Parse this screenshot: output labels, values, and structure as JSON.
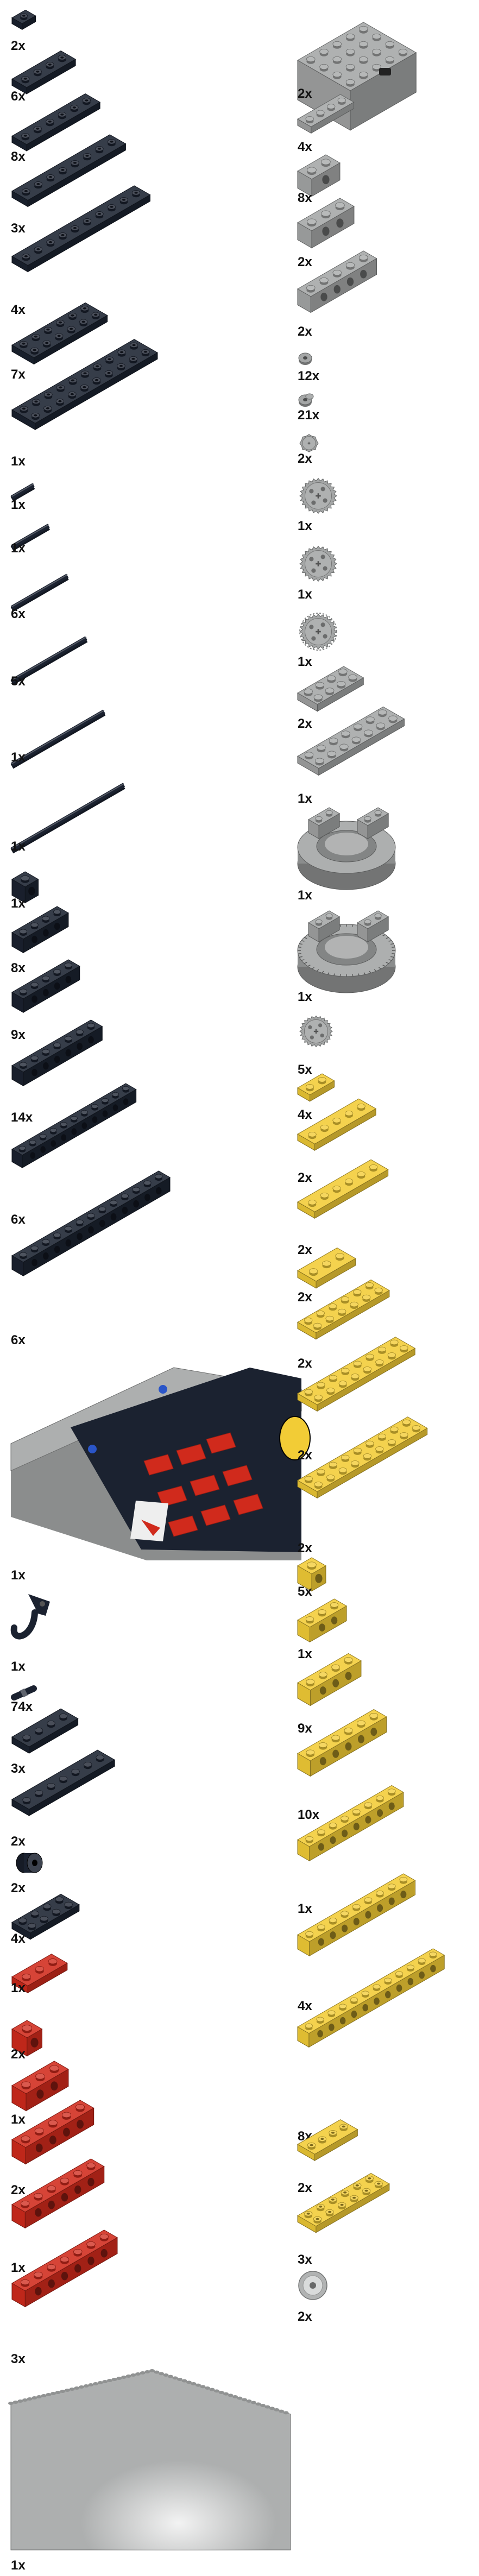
{
  "parts_list": {
    "left_column": [
      {
        "qty": "2x",
        "part": "technic-plate-1x2-with-hole",
        "color": "black"
      },
      {
        "qty": "6x",
        "part": "technic-plate-2x4",
        "color": "black"
      },
      {
        "qty": "8x",
        "part": "technic-plate-2x6",
        "color": "black"
      },
      {
        "qty": "3x",
        "part": "technic-plate-2x8",
        "color": "black"
      },
      {
        "qty": "4x",
        "part": "technic-plate-2x10",
        "color": "black"
      },
      {
        "qty": "7x",
        "part": "technic-plate-2x6",
        "color": "black"
      },
      {
        "qty": "1x",
        "part": "technic-plate-2x12",
        "color": "black"
      },
      {
        "qty": "1x",
        "part": "axle-3",
        "color": "black"
      },
      {
        "qty": "1x",
        "part": "axle-6",
        "color": "black"
      },
      {
        "qty": "6x",
        "part": "axle-8",
        "color": "black"
      },
      {
        "qty": "5x",
        "part": "axle-10",
        "color": "black"
      },
      {
        "qty": "1x",
        "part": "axle-12",
        "color": "black"
      },
      {
        "qty": "1x",
        "part": "axle-16",
        "color": "black"
      },
      {
        "qty": "1x",
        "part": "technic-brick-1x1",
        "color": "black"
      },
      {
        "qty": "8x",
        "part": "technic-brick-1x4",
        "color": "black"
      },
      {
        "qty": "9x",
        "part": "technic-brick-1x6",
        "color": "black"
      },
      {
        "qty": "14x",
        "part": "technic-brick-1x8",
        "color": "black"
      },
      {
        "qty": "6x",
        "part": "technic-brick-1x12",
        "color": "black"
      },
      {
        "qty": "6x",
        "part": "technic-brick-1x16",
        "color": "black"
      },
      {
        "qty": "1x",
        "part": "battery-box-assembly",
        "color": "grey-black-red"
      },
      {
        "qty": "1x",
        "part": "hook",
        "color": "black"
      },
      {
        "qty": "74x",
        "part": "technic-pin",
        "color": "black"
      },
      {
        "qty": "3x",
        "part": "plate-2x6",
        "color": "black"
      },
      {
        "qty": "2x",
        "part": "plate-2x10",
        "color": "black"
      },
      {
        "qty": "2x",
        "part": "wheel-hub",
        "color": "black"
      },
      {
        "qty": "4x",
        "part": "plate-2x4",
        "color": "black"
      },
      {
        "qty": "1x",
        "part": "plate-2x4",
        "color": "red"
      },
      {
        "qty": "2x",
        "part": "brick-1x1",
        "color": "red"
      },
      {
        "qty": "1x",
        "part": "technic-brick-1x4",
        "color": "red"
      },
      {
        "qty": "2x",
        "part": "technic-brick-1x6",
        "color": "red"
      },
      {
        "qty": "1x",
        "part": "technic-brick-1x8",
        "color": "red"
      },
      {
        "qty": "3x",
        "part": "technic-brick-1x10",
        "color": "red"
      },
      {
        "qty": "1x",
        "part": "baseplate-16x16",
        "color": "grey"
      }
    ],
    "right_column": [
      {
        "qty": "2x",
        "part": "motor-9v",
        "color": "grey"
      },
      {
        "qty": "4x",
        "part": "plate-1x4",
        "color": "grey"
      },
      {
        "qty": "8x",
        "part": "technic-brick-1x2",
        "color": "grey"
      },
      {
        "qty": "2x",
        "part": "technic-brick-1x4",
        "color": "grey"
      },
      {
        "qty": "2x",
        "part": "technic-brick-1x6",
        "color": "grey"
      },
      {
        "qty": "12x",
        "part": "bush",
        "color": "grey"
      },
      {
        "qty": "21x",
        "part": "half-bush",
        "color": "grey"
      },
      {
        "qty": "2x",
        "part": "gear-8",
        "color": "grey"
      },
      {
        "qty": "1x",
        "part": "gear-24",
        "color": "grey"
      },
      {
        "qty": "1x",
        "part": "gear-24",
        "color": "grey"
      },
      {
        "qty": "1x",
        "part": "gear-24-crown",
        "color": "grey"
      },
      {
        "qty": "2x",
        "part": "plate-2x4",
        "color": "grey"
      },
      {
        "qty": "1x",
        "part": "plate-2x10",
        "color": "grey"
      },
      {
        "qty": "1x",
        "part": "turntable-top",
        "color": "grey"
      },
      {
        "qty": "1x",
        "part": "turntable-base",
        "color": "grey"
      },
      {
        "qty": "5x",
        "part": "gear-24",
        "color": "grey"
      },
      {
        "qty": "4x",
        "part": "plate-1x4",
        "color": "yellow"
      },
      {
        "qty": "2x",
        "part": "plate-2x8",
        "color": "yellow"
      },
      {
        "qty": "2x",
        "part": "plate-2x10",
        "color": "yellow"
      },
      {
        "qty": "2x",
        "part": "plate-2x6",
        "color": "yellow"
      },
      {
        "qty": "2x",
        "part": "plate-2x10",
        "color": "yellow"
      },
      {
        "qty": "2x",
        "part": "plate-2x16",
        "color": "yellow"
      },
      {
        "qty": "2x",
        "part": "plate-2x16",
        "color": "yellow"
      },
      {
        "qty": "5x",
        "part": "technic-brick-1x1",
        "color": "yellow"
      },
      {
        "qty": "1x",
        "part": "technic-brick-1x4",
        "color": "yellow"
      },
      {
        "qty": "9x",
        "part": "technic-brick-1x6",
        "color": "yellow"
      },
      {
        "qty": "10x",
        "part": "technic-brick-1x8",
        "color": "yellow"
      },
      {
        "qty": "1x",
        "part": "technic-brick-1x12",
        "color": "yellow"
      },
      {
        "qty": "4x",
        "part": "technic-brick-1x16",
        "color": "yellow"
      },
      {
        "qty": "8x",
        "part": "technic-brick-1x16",
        "color": "yellow"
      },
      {
        "qty": "2x",
        "part": "technic-plate-2x4",
        "color": "yellow"
      },
      {
        "qty": "3x",
        "part": "technic-plate-2x8",
        "color": "yellow"
      },
      {
        "qty": "2x",
        "part": "wheel",
        "color": "light-grey"
      }
    ]
  },
  "colors": {
    "black": "#1b2230",
    "grey": "#a4a6a6",
    "light-grey": "#d0d2d2",
    "yellow": "#f2cc36",
    "red": "#d02a1c",
    "grey-black-red": "#a4a6a6"
  }
}
